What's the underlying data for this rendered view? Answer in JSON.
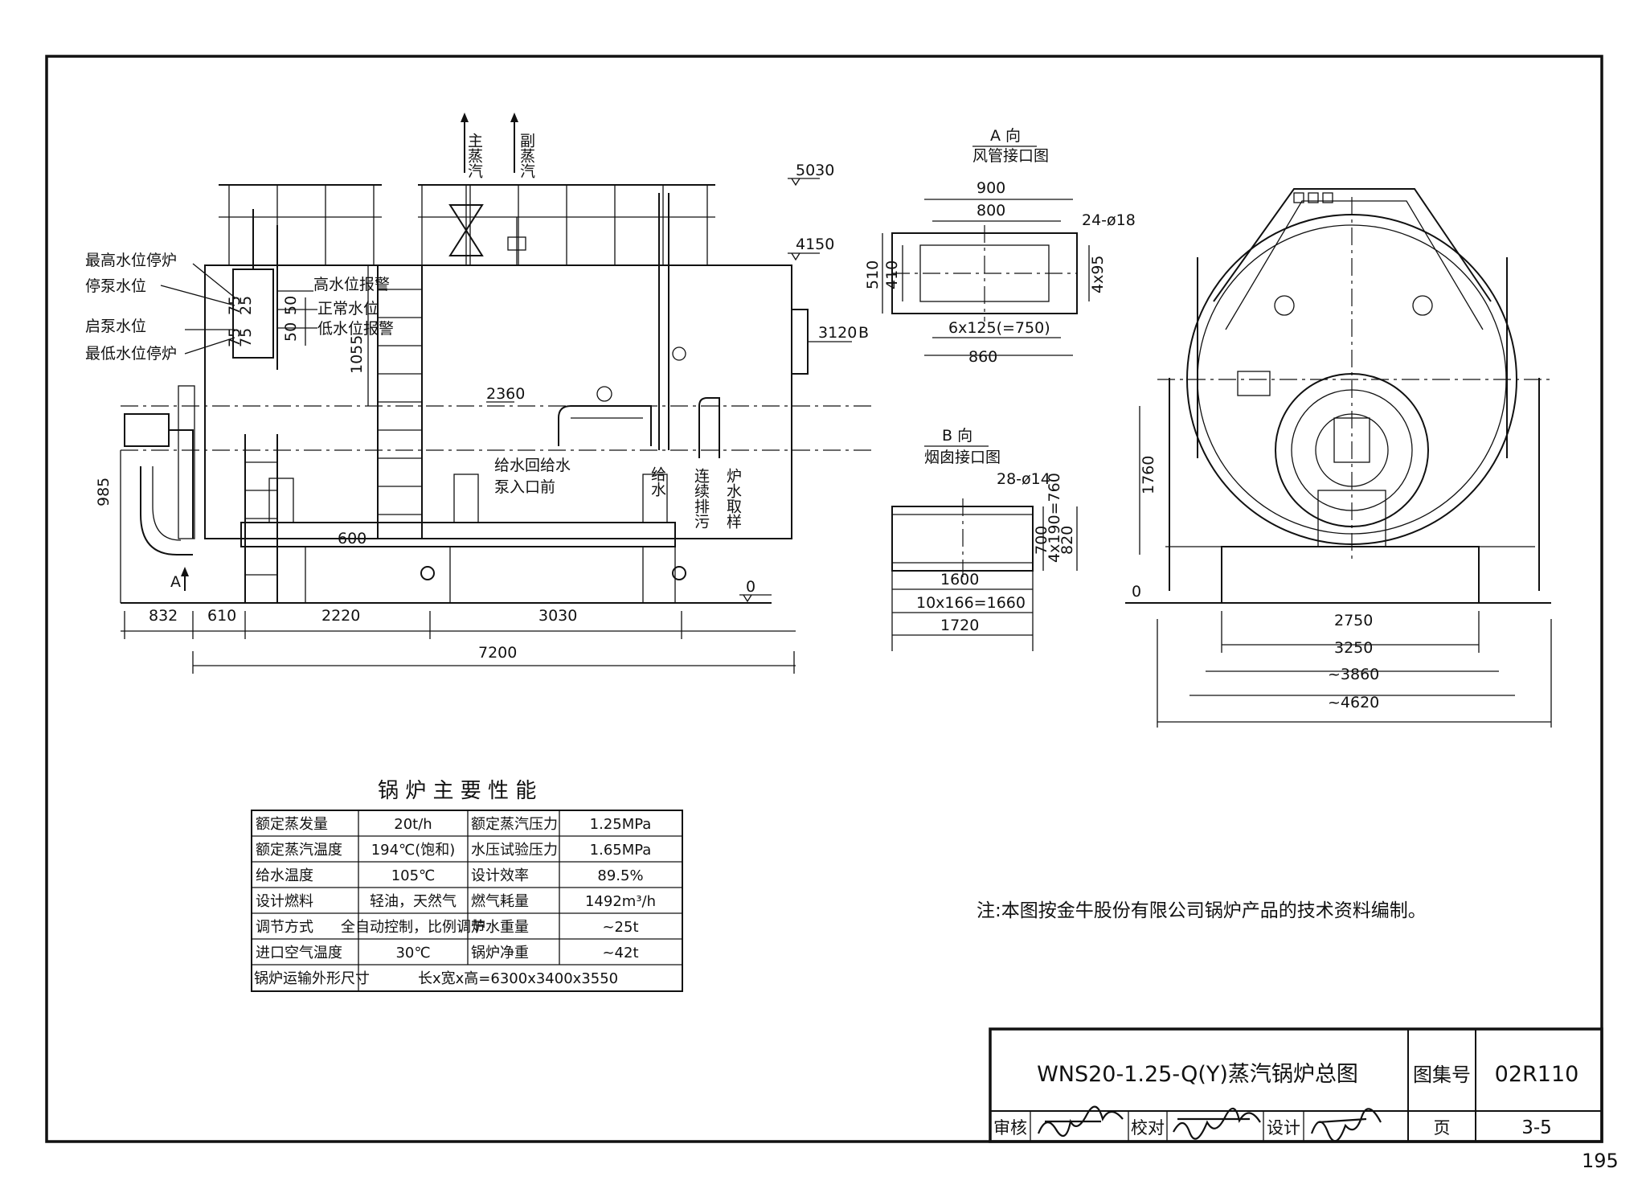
{
  "side_view": {
    "pipe_main_steam": "主蒸汽",
    "pipe_aux_steam": "副蒸汽",
    "elev_top": "5030",
    "elev_upper": "4150",
    "elev_outlet": "3120",
    "elev_mid": "2360",
    "elev_base": "600",
    "elev_zero": "0",
    "view_b_marker": "B",
    "view_a_marker": "A",
    "level_labels": [
      "最高水位停炉",
      "停泵水位",
      "启泵水位",
      "最低水位停炉"
    ],
    "alarm_labels": [
      "高水位报警",
      "正常水位",
      "低水位报警"
    ],
    "level_dims": [
      "75",
      "75",
      "25",
      "50",
      "50",
      "75"
    ],
    "dim_1055": "1055",
    "dim_985": "985",
    "note_return": "给水回给水泵入口前",
    "note_feed": "给水",
    "note_blowdown": "连续排污",
    "note_sample": "炉水取样",
    "bottom_dims": [
      "832",
      "610",
      "2220",
      "3030"
    ],
    "overall_dim": "7200"
  },
  "view_a": {
    "title": "A 向",
    "subtitle": "风管接口图",
    "dims": {
      "w_outer": "900",
      "w_inner": "800",
      "h_outer": "510",
      "h_inner": "410",
      "holes": "24-ø18",
      "side": "4x95",
      "pitch": "6x125(=750)",
      "base": "860"
    }
  },
  "view_b": {
    "title": "B 向",
    "subtitle": "烟囱接口图",
    "dims": {
      "holes": "28-ø14",
      "h_inner": "700",
      "pitch_v": "4x190=760",
      "h_outer": "820",
      "w_inner": "1600",
      "pitch_h": "10x166=1660",
      "w_outer": "1720"
    }
  },
  "front_view": {
    "dim_height": "1760",
    "elev_zero": "0",
    "dims": [
      "2750",
      "3250",
      "~3860",
      "~4620"
    ]
  },
  "spec_table": {
    "title": "锅 炉 主 要 性 能",
    "rows": [
      [
        "额定蒸发量",
        "20t/h",
        "额定蒸汽压力",
        "1.25MPa"
      ],
      [
        "额定蒸汽温度",
        "194℃(饱和)",
        "水压试验压力",
        "1.65MPa"
      ],
      [
        "给水温度",
        "105℃",
        "设计效率",
        "89.5%"
      ],
      [
        "设计燃料",
        "轻油，天然气",
        "燃气耗量",
        "1492m³/h"
      ],
      [
        "调节方式",
        "全自动控制，比例调节",
        "炉水重量",
        "~25t"
      ],
      [
        "进口空气温度",
        "30℃",
        "锅炉净重",
        "~42t"
      ]
    ],
    "last_row_label": "锅炉运输外形尺寸",
    "last_row_value": "长x宽x高=6300x3400x3550"
  },
  "note": "注:本图按金牛股份有限公司锅炉产品的技术资料编制。",
  "title_block": {
    "drawing_title": "WNS20-1.25-Q(Y)蒸汽锅炉总图",
    "atlas_label": "图集号",
    "atlas_no": "02R110",
    "review_label": "审核",
    "review_sig": "胡春军",
    "check_label": "校对",
    "check_sig": "李春林",
    "design_label": "设计",
    "design_sig": "徐海",
    "page_label": "页",
    "page_no": "3-5"
  },
  "page_number": "195"
}
